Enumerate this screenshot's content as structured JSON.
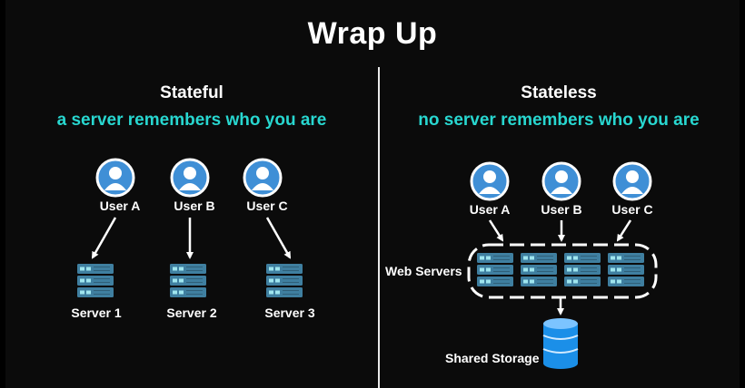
{
  "title": "Wrap Up",
  "stateful": {
    "heading": "Stateful",
    "subtitle": "a server remembers who you are",
    "users": [
      "User A",
      "User B",
      "User C"
    ],
    "servers": [
      "Server 1",
      "Server 2",
      "Server 3"
    ]
  },
  "stateless": {
    "heading": "Stateless",
    "subtitle": "no server remembers who you are",
    "users": [
      "User A",
      "User B",
      "User C"
    ],
    "web_servers_label": "Web Servers",
    "storage_label": "Shared Storage"
  },
  "colors": {
    "accent": "#28d7d0",
    "user_icon_bg": "#3f8fd6",
    "server_blue": "#3f7fa0",
    "storage_blue": "#1b8fe8"
  },
  "icons": [
    "user-icon",
    "server-rack-icon",
    "database-icon"
  ]
}
